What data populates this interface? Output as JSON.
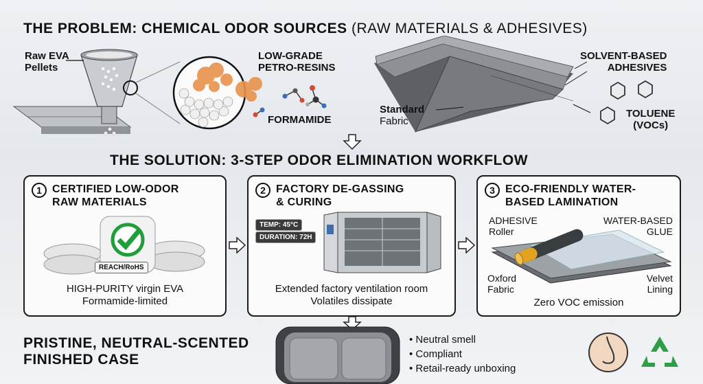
{
  "problem": {
    "title_bold": "THE PROBLEM: CHEMICAL ODOR SOURCES",
    "title_light": "(RAW MATERIALS & ADHESIVES)",
    "raw_eva": [
      "Raw EVA",
      "Pellets"
    ],
    "low_grade": [
      "LOW-GRADE",
      "PETRO-RESINS"
    ],
    "formamide": "FORMAMIDE",
    "solvent": [
      "SOLVENT-BASED",
      "ADHESIVES"
    ],
    "standard": [
      "Standard",
      "Fabric"
    ],
    "toluene": [
      "TOLUENE",
      "(VOCs)"
    ]
  },
  "solution": {
    "title": "THE SOLUTION: 3-STEP ODOR ELIMINATION WORKFLOW",
    "steps": [
      {
        "num": "1",
        "title": [
          "CERTIFIED LOW-ODOR",
          "RAW MATERIALS"
        ],
        "badge": "REACH/RoHS",
        "caption": [
          "HIGH-PURITY virgin EVA",
          "Formamide-limited"
        ]
      },
      {
        "num": "2",
        "title": [
          "FACTORY DE-GASSING",
          "& CURING"
        ],
        "temp": "TEMP: 45°C",
        "duration": "DURATION: 72H",
        "caption": [
          "Extended factory ventilation room",
          "Volatiles dissipate"
        ]
      },
      {
        "num": "3",
        "title": [
          "ECO-FRIENDLY WATER-",
          "BASED LAMINATION"
        ],
        "adhesive": [
          "ADHESIVE",
          "Roller"
        ],
        "water": [
          "WATER-BASED",
          "GLUE"
        ],
        "oxford": [
          "Oxford",
          "Fabric"
        ],
        "velvet": [
          "Velvet",
          "Lining"
        ],
        "caption": [
          "Zero VOC emission"
        ]
      }
    ]
  },
  "result": {
    "title": [
      "PRISTINE, NEUTRAL-SCENTED",
      "FINISHED CASE"
    ],
    "bullets": [
      "Neutral smell",
      "Compliant",
      "Retail-ready unboxing"
    ]
  },
  "colors": {
    "check_green": "#1f9e3a",
    "recycle_green": "#2f9e48",
    "odor_orange": "#e8924a",
    "battery_gold": "#e0a21f"
  },
  "icons": [
    "nose-icon",
    "recycle-icon",
    "check-icon",
    "arrow-down-icon",
    "arrow-right-icon"
  ]
}
